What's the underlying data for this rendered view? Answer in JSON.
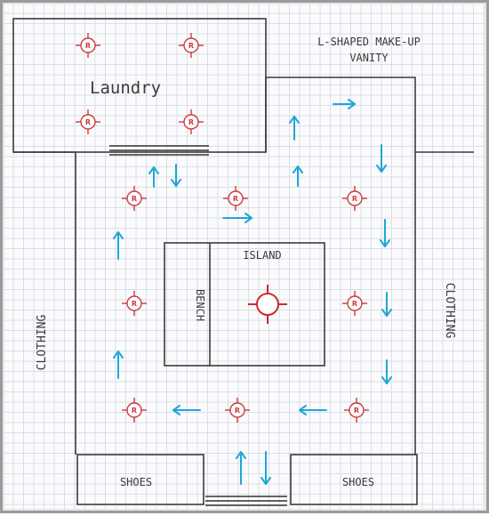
{
  "labels": {
    "laundry": "Laundry",
    "vanity_line1": "L-SHAPED MAKE-UP",
    "vanity_line2": "VANITY",
    "island": "ISLAND",
    "bench": "BENCH",
    "clothing_left": "CLOTHING",
    "clothing_right": "CLOTHING",
    "shoes_left": "SHOES",
    "shoes_right": "SHOES"
  },
  "light_marker": "R",
  "icons": {
    "recessed_light": "recessed-light-icon",
    "pendant_light": "pendant-light-icon",
    "arrow": "flow-arrow-icon"
  },
  "colors": {
    "walls": "#3c3c3c",
    "lights": "#cc3b3b",
    "arrows": "#1ea7d6",
    "grid": "#d9dfe8"
  }
}
